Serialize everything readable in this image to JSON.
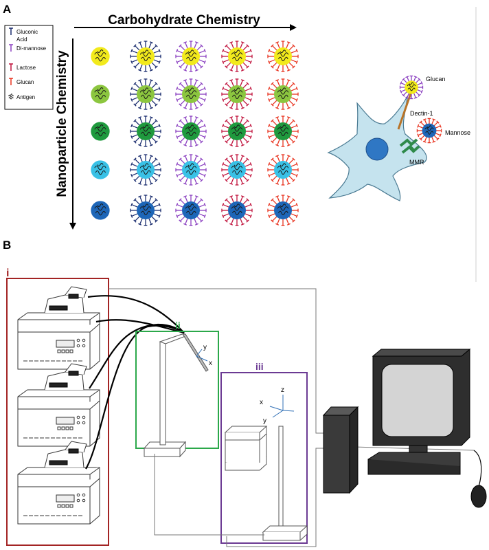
{
  "panels": {
    "a_label": "A",
    "b_label": "B"
  },
  "panel_a": {
    "x_axis_title": "Carbohydrate Chemistry",
    "y_axis_title": "Nanoparticle Chemistry",
    "legend": [
      {
        "label_lines": [
          "Gluconic",
          "Acid"
        ],
        "color": "#1a2c6e"
      },
      {
        "label_lines": [
          "Di-mannose"
        ],
        "color": "#8a3fc0"
      },
      {
        "label_lines": [
          "Lactose"
        ],
        "color": "#c0123c"
      },
      {
        "label_lines": [
          "Glucan"
        ],
        "color": "#e8321e"
      },
      {
        "label_lines": [
          "Antigen"
        ],
        "color": "#333333"
      }
    ],
    "nanoparticle_core_colors": [
      "#f2ea1c",
      "#8cc63f",
      "#1f9a3e",
      "#39c1e6",
      "#1d66b8"
    ],
    "carbohydrate_spike_colors": [
      "#1a2c6e",
      "#8a3fc0",
      "#c0123c",
      "#e8321e"
    ],
    "cell": {
      "glucan_label": "Glucan",
      "dectin_label": "Dectin-1",
      "mannose_label": "Mannose",
      "mmr_label": "MMR",
      "glucan_core_color": "#f2ea1c",
      "glucan_spike_color": "#8a3fc0",
      "mannose_core_color": "#1d66b8",
      "mannose_spike_color": "#e8321e",
      "cell_color": "#c5e3ee",
      "nucleus_color": "#2f77c4"
    }
  },
  "panel_b": {
    "box_i_label": "i",
    "box_ii_label": "ii",
    "box_iii_label": "iii",
    "box_i_color": "#a32424",
    "box_ii_color": "#2ba84a",
    "box_iii_color": "#6b3a93",
    "axes_ii": {
      "x": "x",
      "y": "y"
    },
    "axes_iii": {
      "x": "x",
      "y": "y",
      "z": "z"
    },
    "axis_color": "#2f6fb5"
  }
}
